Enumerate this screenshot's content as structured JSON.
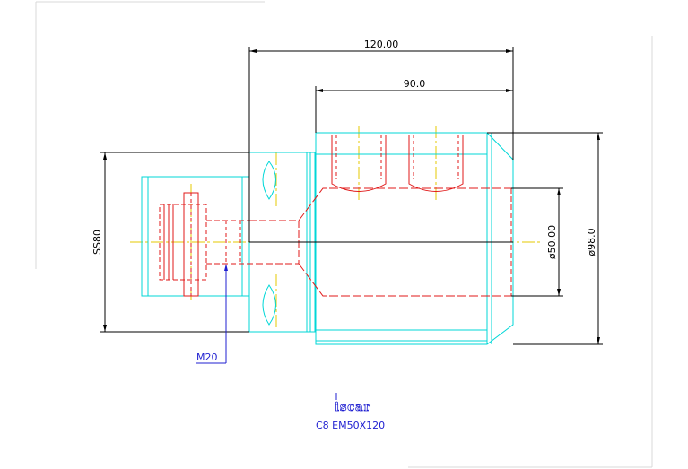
{
  "dimensions": {
    "overall_length": "120.00",
    "body_length": "90.0",
    "shank_diameter": "SS80",
    "bore_diameter": "ø50.00",
    "outer_diameter": "ø98.0"
  },
  "thread_label": "M20",
  "title_block": {
    "logo_text": "iscar",
    "part_code": "C8 EM50X120"
  },
  "colors": {
    "outline": "#00d7d7",
    "hidden": "#e01919",
    "center": "#e6c800",
    "dimension": "#000000",
    "annotation": "#1f1fd1"
  }
}
